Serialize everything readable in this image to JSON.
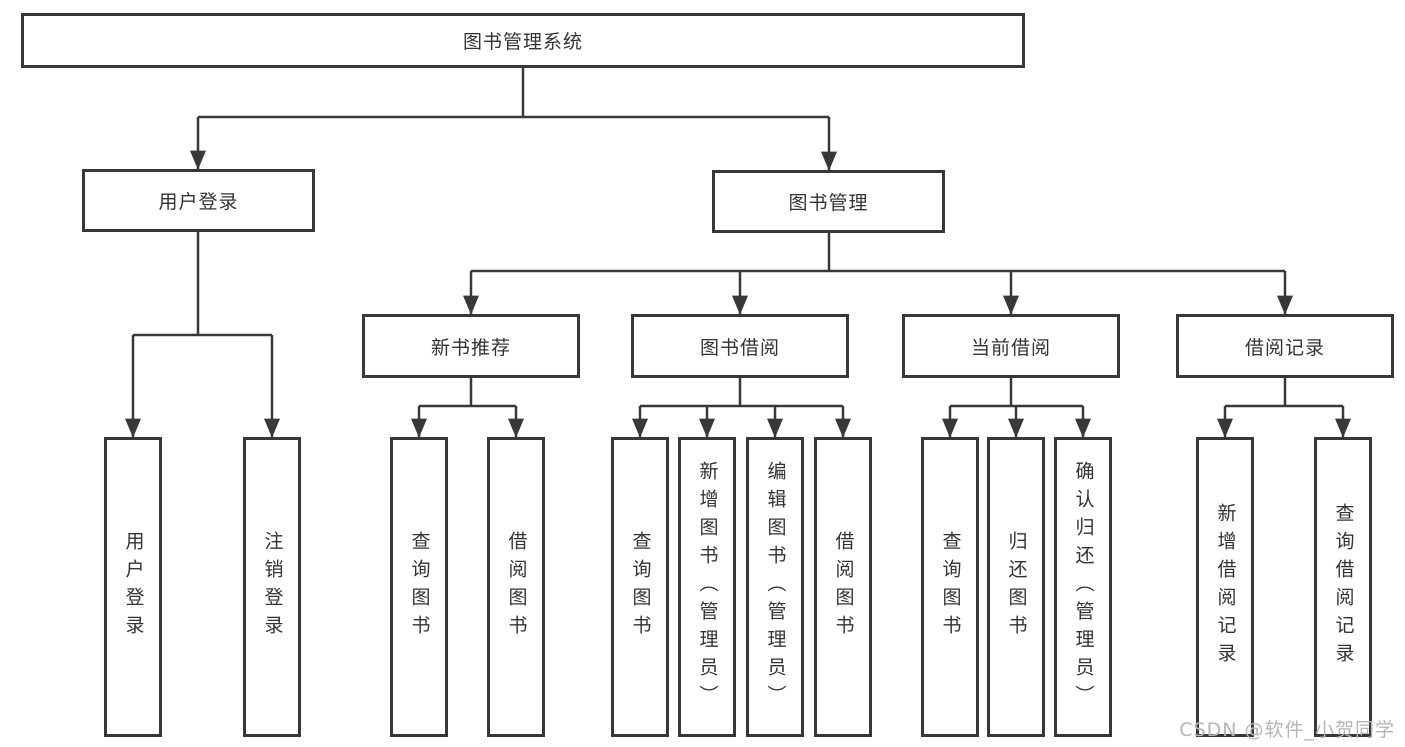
{
  "diagram": {
    "tree": {
      "label": "图书管理系统",
      "children": [
        {
          "label": "用户登录",
          "children": [
            {
              "label": "用户登录"
            },
            {
              "label": "注销登录"
            }
          ]
        },
        {
          "label": "图书管理",
          "children": [
            {
              "label": "新书推荐",
              "children": [
                {
                  "label": "查询图书"
                },
                {
                  "label": "借阅图书"
                }
              ]
            },
            {
              "label": "图书借阅",
              "children": [
                {
                  "label": "查询图书"
                },
                {
                  "label": "新增图书（管理员）"
                },
                {
                  "label": "编辑图书（管理员）"
                },
                {
                  "label": "借阅图书"
                }
              ]
            },
            {
              "label": "当前借阅",
              "children": [
                {
                  "label": "查询图书"
                },
                {
                  "label": "归还图书"
                },
                {
                  "label": "确认归还（管理员）"
                }
              ]
            },
            {
              "label": "借阅记录",
              "children": [
                {
                  "label": "新增借阅记录"
                },
                {
                  "label": "查询借阅记录"
                }
              ]
            }
          ]
        }
      ]
    },
    "colors": {
      "line": "#383838",
      "text": "#333333",
      "background": "#ffffff",
      "watermark_color": "#b5b5b5"
    }
  },
  "watermark": {
    "text": "CSDN @软件_小贺同学"
  }
}
